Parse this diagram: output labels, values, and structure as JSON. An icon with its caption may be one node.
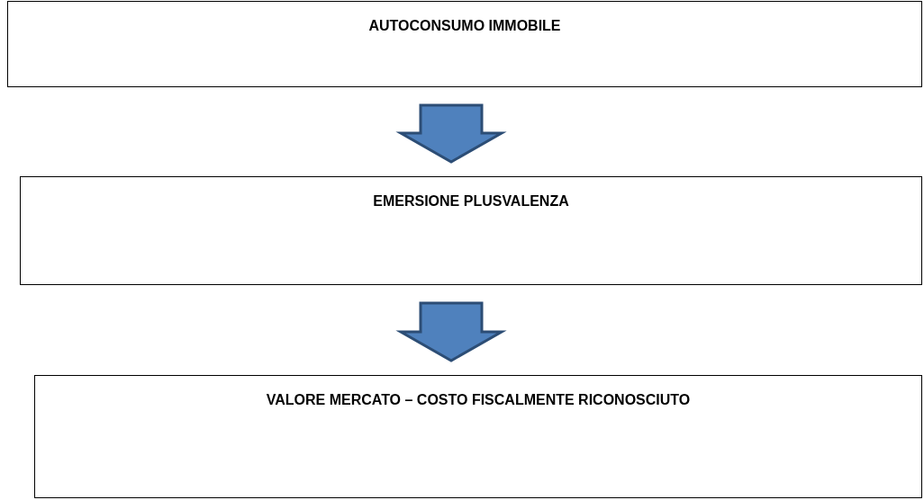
{
  "diagram": {
    "nodes": [
      {
        "text": [
          "AUTOCONSUMO IMMOBILE"
        ]
      },
      {
        "text": [
          "EMERSIONE PLUSVALENZA"
        ]
      },
      {
        "text": [
          "VALORE MERCATO – COSTO FISCALMENTE RICONOSCIUTO"
        ]
      }
    ],
    "edges": [
      {
        "from": 0,
        "to": 1,
        "arrow": "to"
      },
      {
        "from": 1,
        "to": 2,
        "arrow": "to"
      }
    ]
  }
}
